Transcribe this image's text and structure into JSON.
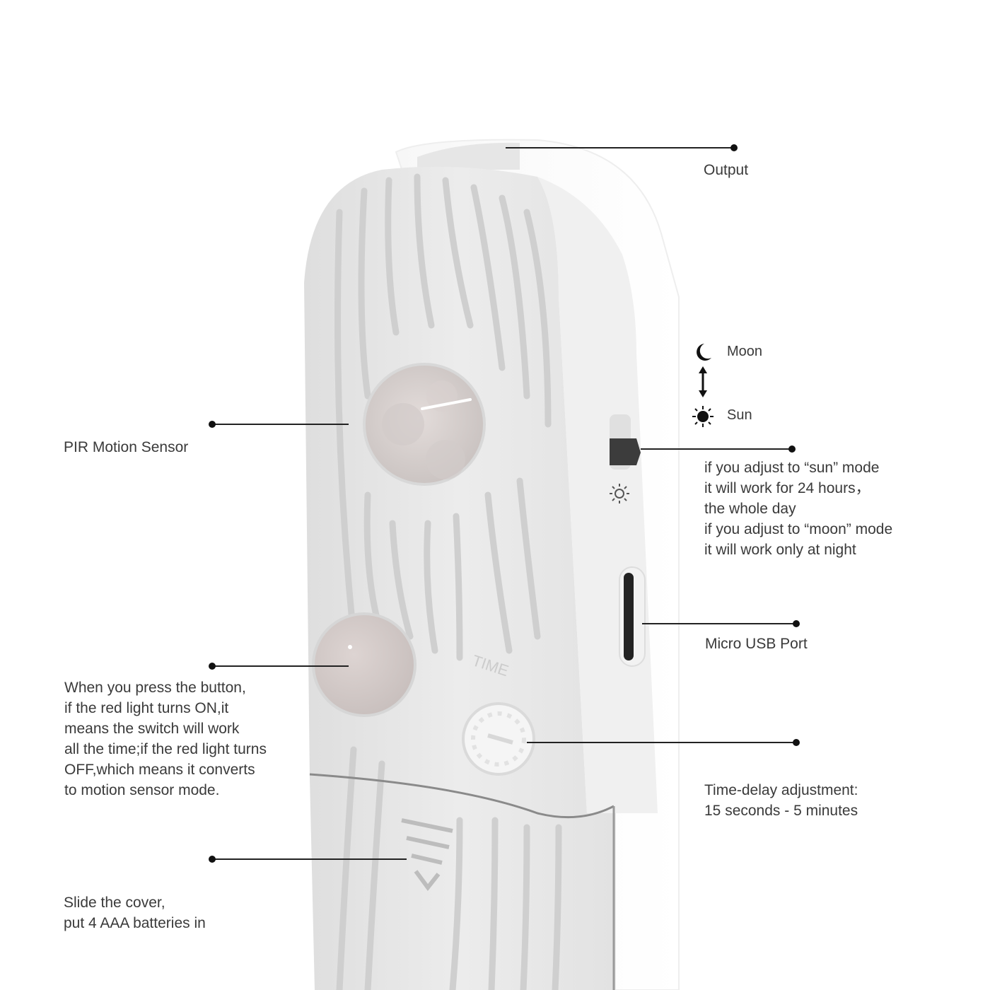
{
  "labels": {
    "output": "Output",
    "pir_sensor": "PIR Motion Sensor",
    "moon": "Moon",
    "sun": "Sun",
    "mode_description": [
      "if you adjust to “sun” mode",
      "it will work for 24 hours，",
      "the whole day",
      "if you  adjust to “moon” mode",
      "it will work only at night"
    ],
    "micro_usb": "Micro USB Port",
    "button_description": [
      "When you press the button,",
      "if the red light turns ON,it",
      "means the switch will work",
      "all the time;if the red light turns",
      "OFF,which means it converts",
      "to motion sensor mode."
    ],
    "time_delay": [
      "Time-delay adjustment:",
      "15 seconds - 5 minutes"
    ],
    "battery": [
      "Slide the cover,",
      "put 4 AAA batteries in"
    ]
  },
  "device_markings": {
    "dial_label": "TIME"
  },
  "colors": {
    "device_body": "#f4f4f4",
    "device_front": "#e9e9e9",
    "groove": "#cfcfcf",
    "lens": "#dcd6d4",
    "leader_line": "#222222"
  }
}
